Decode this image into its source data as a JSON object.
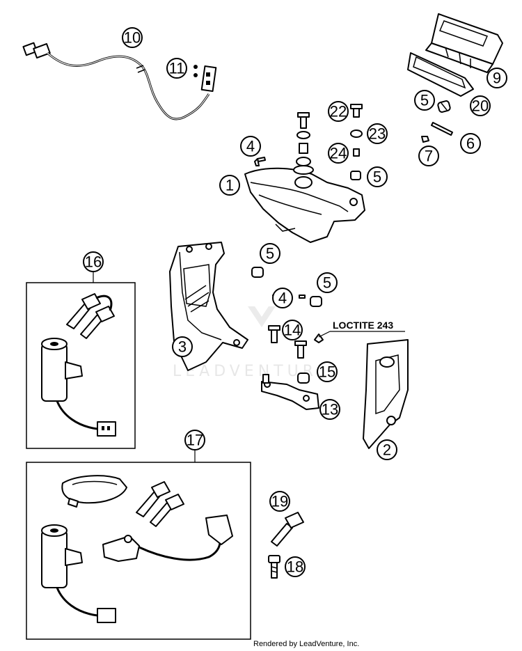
{
  "diagram": {
    "callouts": {
      "c1": "1",
      "c2": "2",
      "c3": "3",
      "c4a": "4",
      "c4b": "4",
      "c5a": "5",
      "c5b": "5",
      "c5c": "5",
      "c5d": "5",
      "c6": "6",
      "c7": "7",
      "c9": "9",
      "c10": "10",
      "c11": "11",
      "c13": "13",
      "c14": "14",
      "c15": "15",
      "c16": "16",
      "c17": "17",
      "c18": "18",
      "c19": "19",
      "c20": "20",
      "c22": "22",
      "c23": "23",
      "c24": "24"
    },
    "loctite_label": "LOCTITE 243",
    "watermark": "LEADVENTURE",
    "footer": "Rendered by LeadVenture, Inc."
  }
}
